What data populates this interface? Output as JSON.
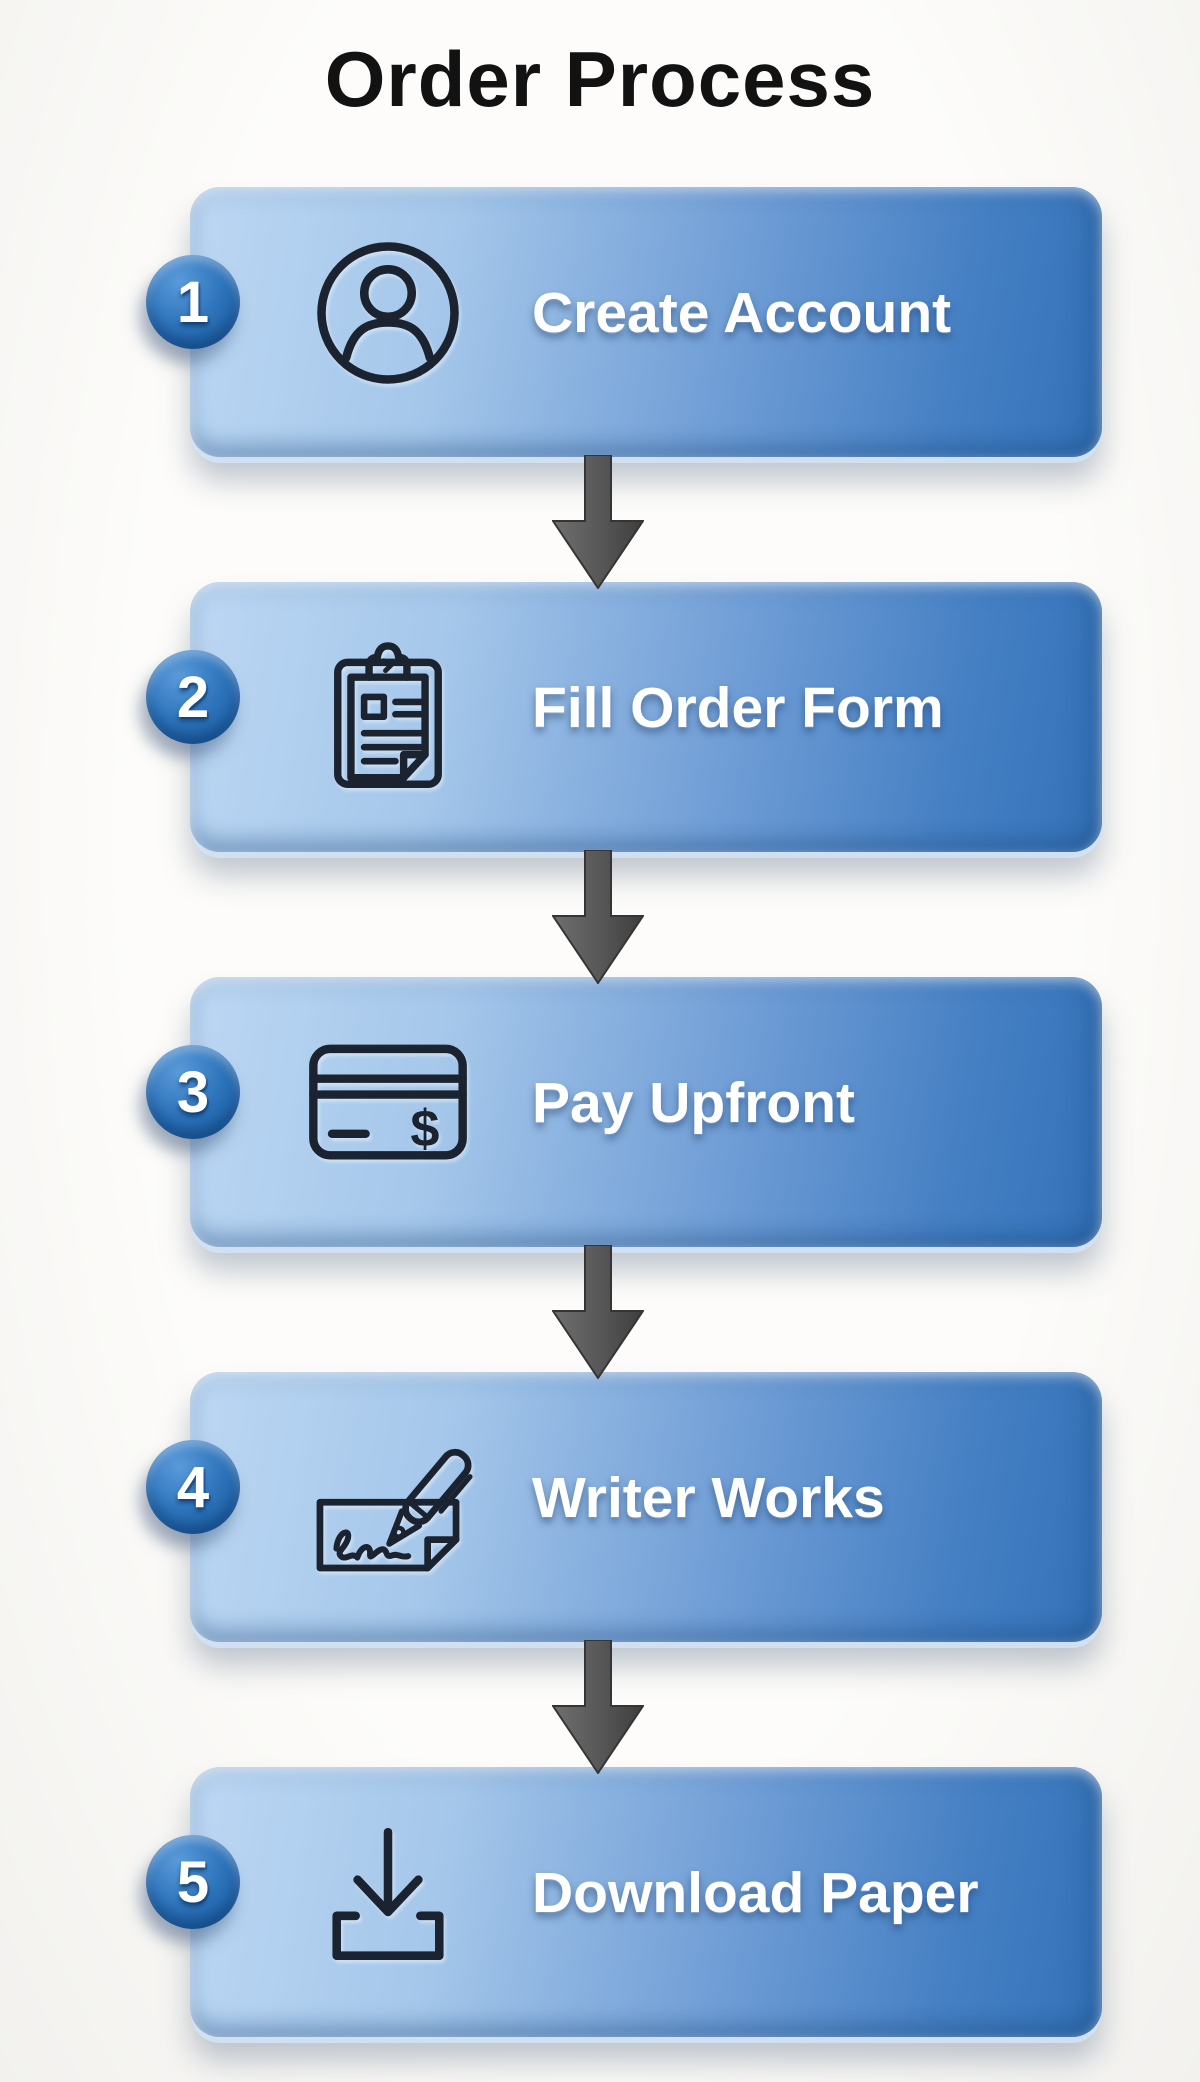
{
  "title": "Order Process",
  "steps": [
    {
      "number": "1",
      "label": "Create Account",
      "icon": "user-icon"
    },
    {
      "number": "2",
      "label": "Fill Order Form",
      "icon": "order-form-icon"
    },
    {
      "number": "3",
      "label": "Pay Upfront",
      "icon": "credit-card-icon"
    },
    {
      "number": "4",
      "label": "Writer Works",
      "icon": "pen-writing-icon"
    },
    {
      "number": "5",
      "label": "Download Paper",
      "icon": "download-icon"
    }
  ],
  "icon_glyphs": {
    "currency_symbol": "$"
  },
  "connector": "down-arrow",
  "colors": {
    "background": "#fbfaf7",
    "card_gradient_light": "#bcd7f3",
    "card_gradient_dark": "#3371b8",
    "badge_blue": "#2272b8",
    "arrow_gray": "#565656",
    "icon_stroke": "#1b2330",
    "label_text": "#ffffff",
    "title_text": "#121212"
  }
}
